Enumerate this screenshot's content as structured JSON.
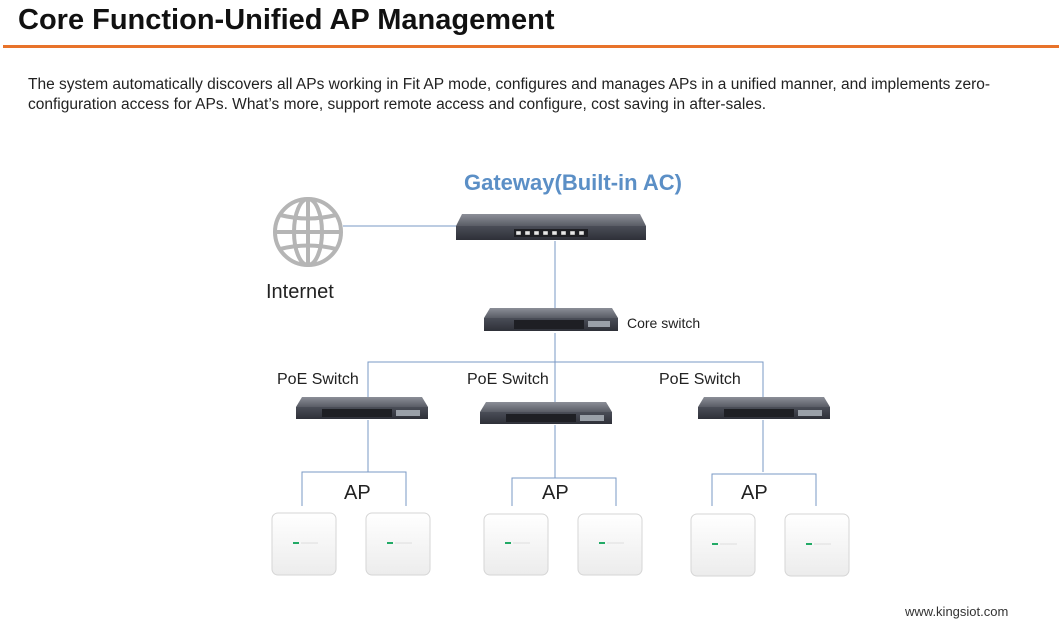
{
  "title": "Core Function-Unified AP Management",
  "description": "The system automatically discovers all APs working in Fit AP mode, configures and manages APs in a unified manner, and implements zero-configuration access for APs. What’s more, support remote access and configure, cost saving in after-sales.",
  "diagram": {
    "gateway_label": "Gateway(Built-in AC)",
    "internet_label": "Internet",
    "core_switch_label": "Core switch",
    "poe_switches": [
      {
        "label": "PoE Switch"
      },
      {
        "label": "PoE Switch"
      },
      {
        "label": "PoE Switch"
      }
    ],
    "ap_groups": [
      {
        "label": "AP"
      },
      {
        "label": "AP"
      },
      {
        "label": "AP"
      }
    ]
  },
  "footer": "www.kingsiot.com",
  "colors": {
    "accent": "#e8732a",
    "gateway_label": "#5b8fc6",
    "link_line": "#7a98c4",
    "ap_led": "#22aa66"
  }
}
